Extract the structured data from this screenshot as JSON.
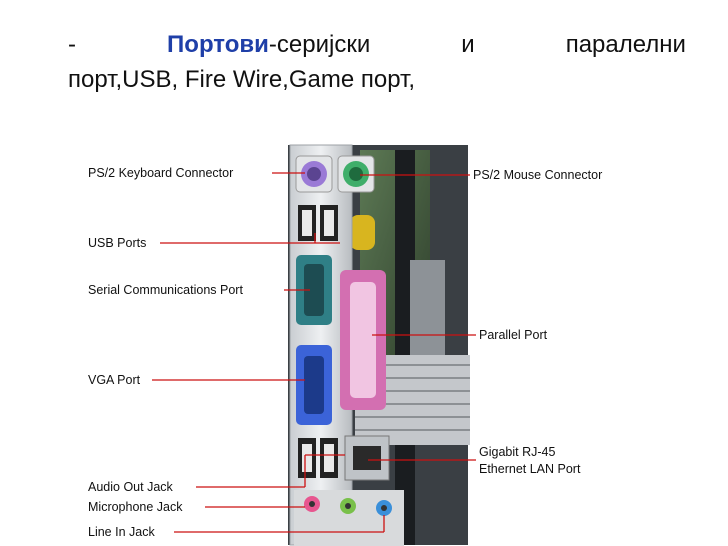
{
  "slide": {
    "bullet": "-",
    "highlight_word": "Портови",
    "line1_rest": "-серијски",
    "line1_word2": "и",
    "line1_word3": "паралелни",
    "line2": "порт,USB, Fire Wire,Game порт,"
  },
  "figure": {
    "labels": {
      "ps2_keyboard": "PS/2 Keyboard Connector",
      "usb": "USB Ports",
      "serial": "Serial Communications Port",
      "vga": "VGA Port",
      "audio_out": "Audio Out Jack",
      "microphone": "Microphone Jack",
      "line_in": "Line In Jack",
      "ps2_mouse": "PS/2 Mouse Connector",
      "parallel": "Parallel Port",
      "lan_line1": "Gigabit RJ-45",
      "lan_line2": "Ethernet LAN Port"
    },
    "colors": {
      "leader_line": "#cc1111",
      "keyboard_port": "#9a7ad6",
      "mouse_port": "#3fae6a",
      "parallel_port": "#d36fb1",
      "vga_port": "#3b63d8",
      "serial_port": "#2f7f86"
    }
  }
}
